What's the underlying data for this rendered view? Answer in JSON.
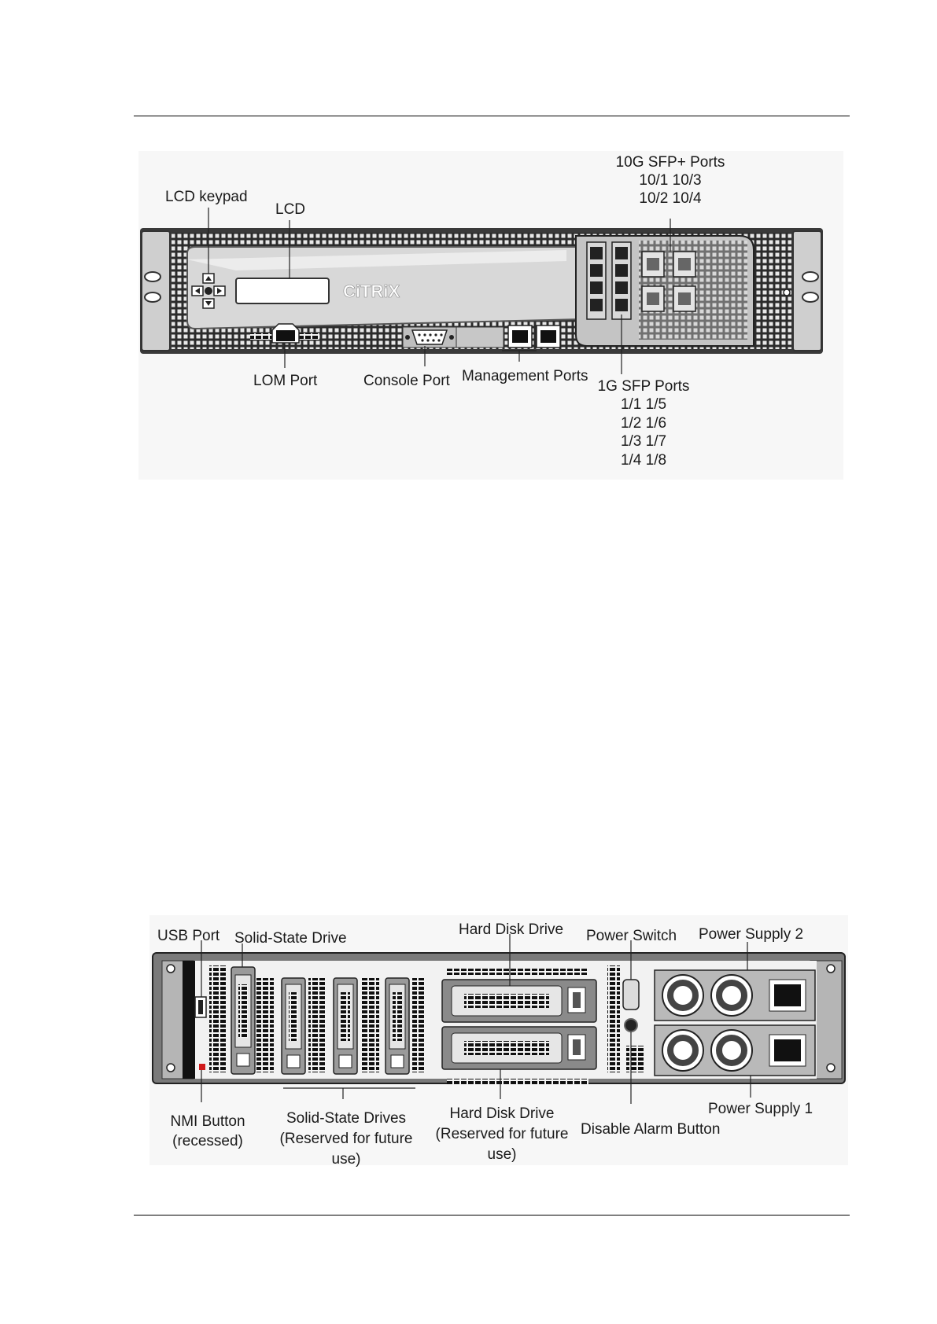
{
  "front_panel": {
    "labels": {
      "lcd_keypad": "LCD keypad",
      "lcd": "LCD",
      "sfp_plus_title": "10G SFP+ Ports",
      "sfp_plus_row1": "10/1 10/3",
      "sfp_plus_row2": "10/2 10/4",
      "lom_port": "LOM Port",
      "console_port": "Console Port",
      "management_ports": "Management Ports",
      "sfp_title": "1G SFP Ports",
      "sfp_row1": "1/1 1/5",
      "sfp_row2": "1/2 1/6",
      "sfp_row3": "1/3 1/7",
      "sfp_row4": "1/4 1/8"
    },
    "logo": "CiTRiX"
  },
  "back_panel": {
    "labels": {
      "usb_port": "USB Port",
      "ssd": "Solid-State Drive",
      "hdd_top": "Hard Disk Drive",
      "power_switch": "Power Switch",
      "psu2": "Power Supply 2",
      "nmi_line1": "NMI Button",
      "nmi_line2": "(recessed)",
      "ssd_res_line1": "Solid-State Drives",
      "ssd_res_line2": "(Reserved for future",
      "ssd_res_line3": "use)",
      "hdd_res_line1": "Hard Disk Drive",
      "hdd_res_line2": "(Reserved for future",
      "hdd_res_line3": "use)",
      "disable_alarm": "Disable Alarm Button",
      "psu1": "Power Supply 1"
    }
  },
  "colors": {
    "chassis": "#3a3a3a",
    "bezel": "#d6d6d6",
    "panel": "#bdbdbd",
    "nmi_button": "#d0191b"
  }
}
